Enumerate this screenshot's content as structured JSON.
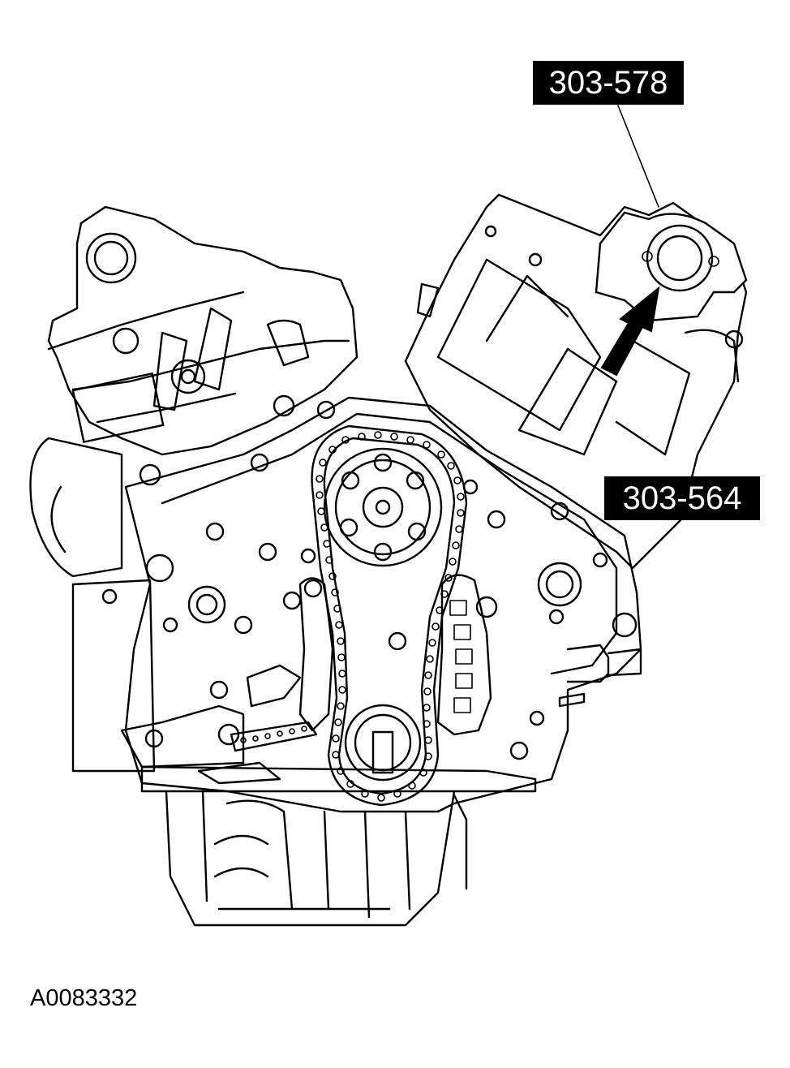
{
  "diagram": {
    "callouts": [
      {
        "id": "top",
        "text": "303-578"
      },
      {
        "id": "middle",
        "text": "303-564"
      }
    ],
    "figure_id": "A0083332",
    "colors": {
      "ink": "#000000",
      "background": "#ffffff",
      "label_fill": "#000000",
      "label_text": "#ffffff"
    }
  }
}
